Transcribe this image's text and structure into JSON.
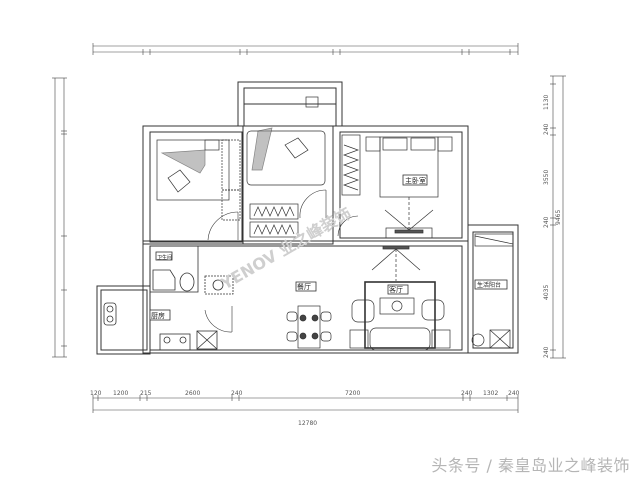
{
  "plan": {
    "total_width_label": "12780",
    "bottom_dims": [
      "120",
      "1200",
      "215",
      "2600",
      "240",
      "7200",
      "240",
      "1302",
      "240"
    ],
    "right_dims": [
      "240",
      "1130",
      "240",
      "3550",
      "240",
      "4035",
      "240"
    ],
    "right_total": "9465",
    "rooms": {
      "master_bedroom": "主卧室",
      "living_room": "客厅",
      "dining_room": "餐厅",
      "kitchen": "厨房",
      "bathroom": "卫生间",
      "balcony": "生活阳台"
    },
    "watermark": "YENOV 业之峰装饰"
  },
  "footer": {
    "credit": "头条号 / 秦皇岛业之峰装饰"
  }
}
